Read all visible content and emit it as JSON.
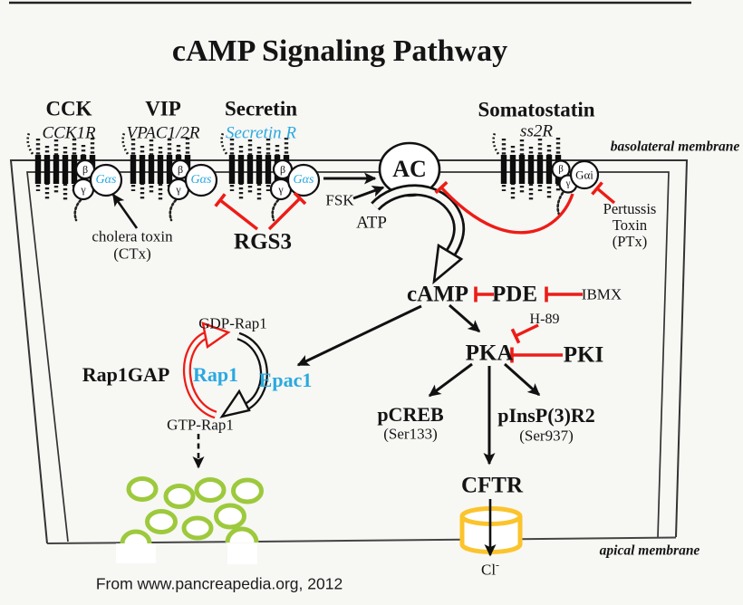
{
  "title": "cAMP Signaling Pathway",
  "attribution": "From www.pancreapedia.org, 2012",
  "colors": {
    "red": "#ed1c16",
    "blue": "#2aa9e0",
    "green": "#9dc93c",
    "yellow": "#fbc42c"
  },
  "membranes": {
    "basolateral": "basolateral membrane",
    "apical": "apical membrane"
  },
  "receptors": [
    {
      "ligand": "CCK",
      "receptor_name": "CCK1R",
      "g_beta": "β",
      "g_gamma": "γ",
      "g_alpha": "Gαs"
    },
    {
      "ligand": "VIP",
      "receptor_name": "VPAC1/2R",
      "g_beta": "β",
      "g_gamma": "γ",
      "g_alpha": "Gαs"
    },
    {
      "ligand": "Secretin",
      "receptor_name": "Secretin R",
      "g_beta": "β",
      "g_gamma": "γ",
      "g_alpha": "Gαs"
    },
    {
      "ligand": "Somatostatin",
      "receptor_name": "ss2R",
      "g_beta": "β",
      "g_gamma": "γ",
      "g_alpha": "Gαi"
    }
  ],
  "nodes": {
    "ac": "AC",
    "fsk": "FSK",
    "atp": "ATP",
    "camp": "cAMP",
    "pde": "PDE",
    "ibmx": "IBMX",
    "h89": "H-89",
    "pka": "PKA",
    "pki": "PKI",
    "rgs3": "RGS3",
    "cholera_toxin_line1": "cholera toxin",
    "cholera_toxin_line2": "(CTx)",
    "pertussis_line1": "Pertussis",
    "pertussis_line2": "Toxin",
    "pertussis_line3": "(PTx)",
    "pcreb": "pCREB",
    "pcreb_site": "(Ser133)",
    "pinsp3r2": "pInsP(3)R2",
    "pinsp3r2_site": "(Ser937)",
    "cftr": "CFTR",
    "chloride": "Cl",
    "chloride_sup": "-"
  },
  "rap1_cycle": {
    "rap1gap": "Rap1GAP",
    "rap1": "Rap1",
    "epac1": "Epac1",
    "gdp_rap1": "GDP-Rap1",
    "gtp_rap1": "GTP-Rap1"
  }
}
